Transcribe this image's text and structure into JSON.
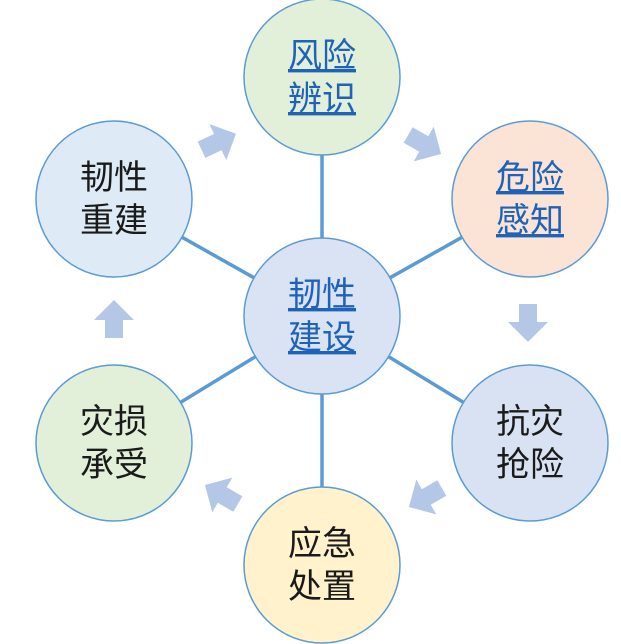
{
  "center": {
    "line1": "韧性",
    "line2": "建设",
    "fill": "#dae3f3",
    "link_style": true
  },
  "nodes": [
    {
      "id": "risk-identification",
      "line1": "风险",
      "line2": "辨识",
      "fill": "#e2efd9",
      "link_style": true
    },
    {
      "id": "danger-perception",
      "line1": "危险",
      "line2": "感知",
      "fill": "#fbe4d5",
      "link_style": true
    },
    {
      "id": "disaster-rescue",
      "line1": "抗灾",
      "line2": "抢险",
      "fill": "#d9e2f3",
      "link_style": false
    },
    {
      "id": "emergency-response",
      "line1": "应急",
      "line2": "处置",
      "fill": "#fff2cc",
      "link_style": false
    },
    {
      "id": "damage-bearing",
      "line1": "灾损",
      "line2": "承受",
      "fill": "#e2efd9",
      "link_style": false
    },
    {
      "id": "resilience-rebuild",
      "line1": "韧性",
      "line2": "重建",
      "fill": "#deebf6",
      "link_style": false
    }
  ],
  "colors": {
    "connector": "#5b9bd5",
    "circle_stroke": "#5b9bd5",
    "arrow": "#b4c7e7",
    "link_text": "#1f63b8",
    "plain_text": "#1a1a1a"
  },
  "icons": [
    "right-arrow-icon",
    "right-arrow-icon",
    "down-arrow-icon",
    "left-arrow-icon",
    "left-arrow-icon",
    "up-arrow-icon"
  ]
}
